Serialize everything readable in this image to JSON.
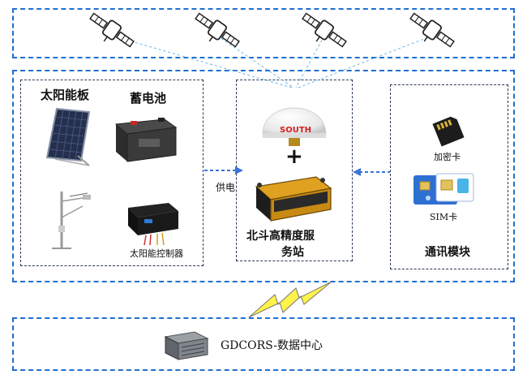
{
  "solar_group": {
    "solar_panel_label": "太阳能板",
    "battery_label": "蓄电池",
    "controller_label": "太阳能控制器"
  },
  "power_supply_label": "供电",
  "station": {
    "antenna_brand": "SOUTH",
    "plus_sign": "+",
    "title_line1": "北斗高精度服",
    "title_line2": "务站"
  },
  "comm_module": {
    "encryption_card_label": "加密卡",
    "sim_card_label": "SIM卡",
    "title": "通讯模块"
  },
  "data_center_label": "GDCORS-数据中心",
  "colors": {
    "dash_border": "#1f6fd0",
    "inner_dash_border": "#2b3a55",
    "arrow": "#3b74d6",
    "lightning_fill": "#fff24a"
  }
}
